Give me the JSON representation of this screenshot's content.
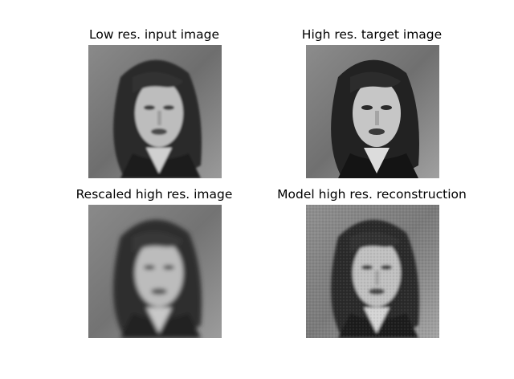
{
  "panels": [
    {
      "title": "Low res. input image",
      "image": "face-portrait-grayscale-low-res"
    },
    {
      "title": "High res. target image",
      "image": "face-portrait-grayscale-high-res"
    },
    {
      "title": "Rescaled high res. image",
      "image": "face-portrait-grayscale-blurred"
    },
    {
      "title": "Model high res. reconstruction",
      "image": "face-portrait-grayscale-reconstructed"
    }
  ]
}
